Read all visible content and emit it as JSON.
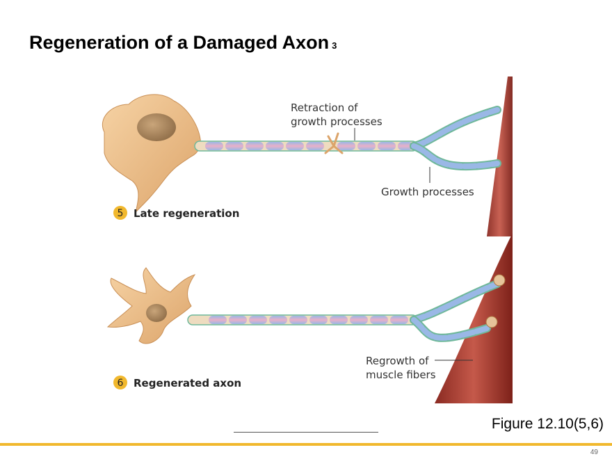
{
  "slide": {
    "title": "Regeneration of a Damaged Axon",
    "title_suffix": "3",
    "caption": "Figure 12.10(5,6)",
    "page_number": "49",
    "accent_color": "#f1b82d"
  },
  "figure": {
    "panel_top": {
      "step": "5",
      "label": "Late regeneration",
      "callout_1_line1": "Retraction of",
      "callout_1_line2": "growth processes",
      "callout_2": "Growth processes"
    },
    "panel_bottom": {
      "step": "6",
      "label": "Regenerated axon",
      "callout_1_line1": "Regrowth of",
      "callout_1_line2": "muscle fibers"
    }
  }
}
